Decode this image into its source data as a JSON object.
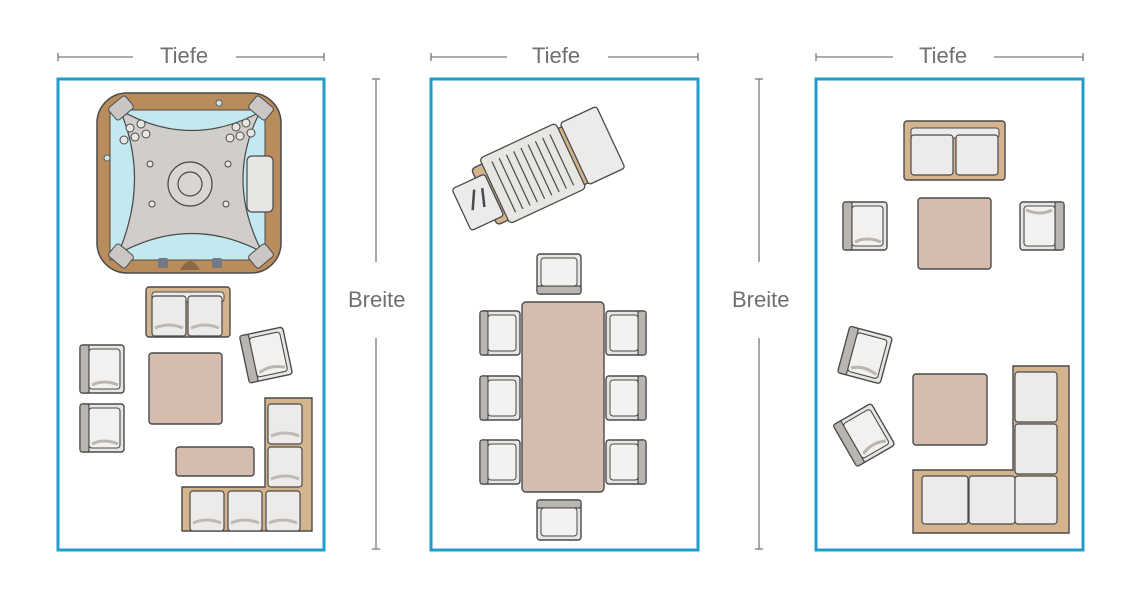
{
  "dimensions": {
    "depth_label": "Tiefe",
    "width_label": "Breite"
  },
  "colors": {
    "frame": "#1f9dcc",
    "wood": "#d3b48c",
    "wood_dark": "#b4936a",
    "outline": "#4a4a4a",
    "cushion": "#e8e6e3",
    "cushion_shadow": "#b9b6b2",
    "table": "#d4bcaf",
    "water": "#c4e8f0",
    "spa_shell": "#d0cdca",
    "measure_line": "#7a7a7a"
  },
  "layouts": [
    {
      "name": "hot tub and lounge area"
    },
    {
      "name": "grill and dining area"
    },
    {
      "name": "sofa and lounge area"
    }
  ]
}
